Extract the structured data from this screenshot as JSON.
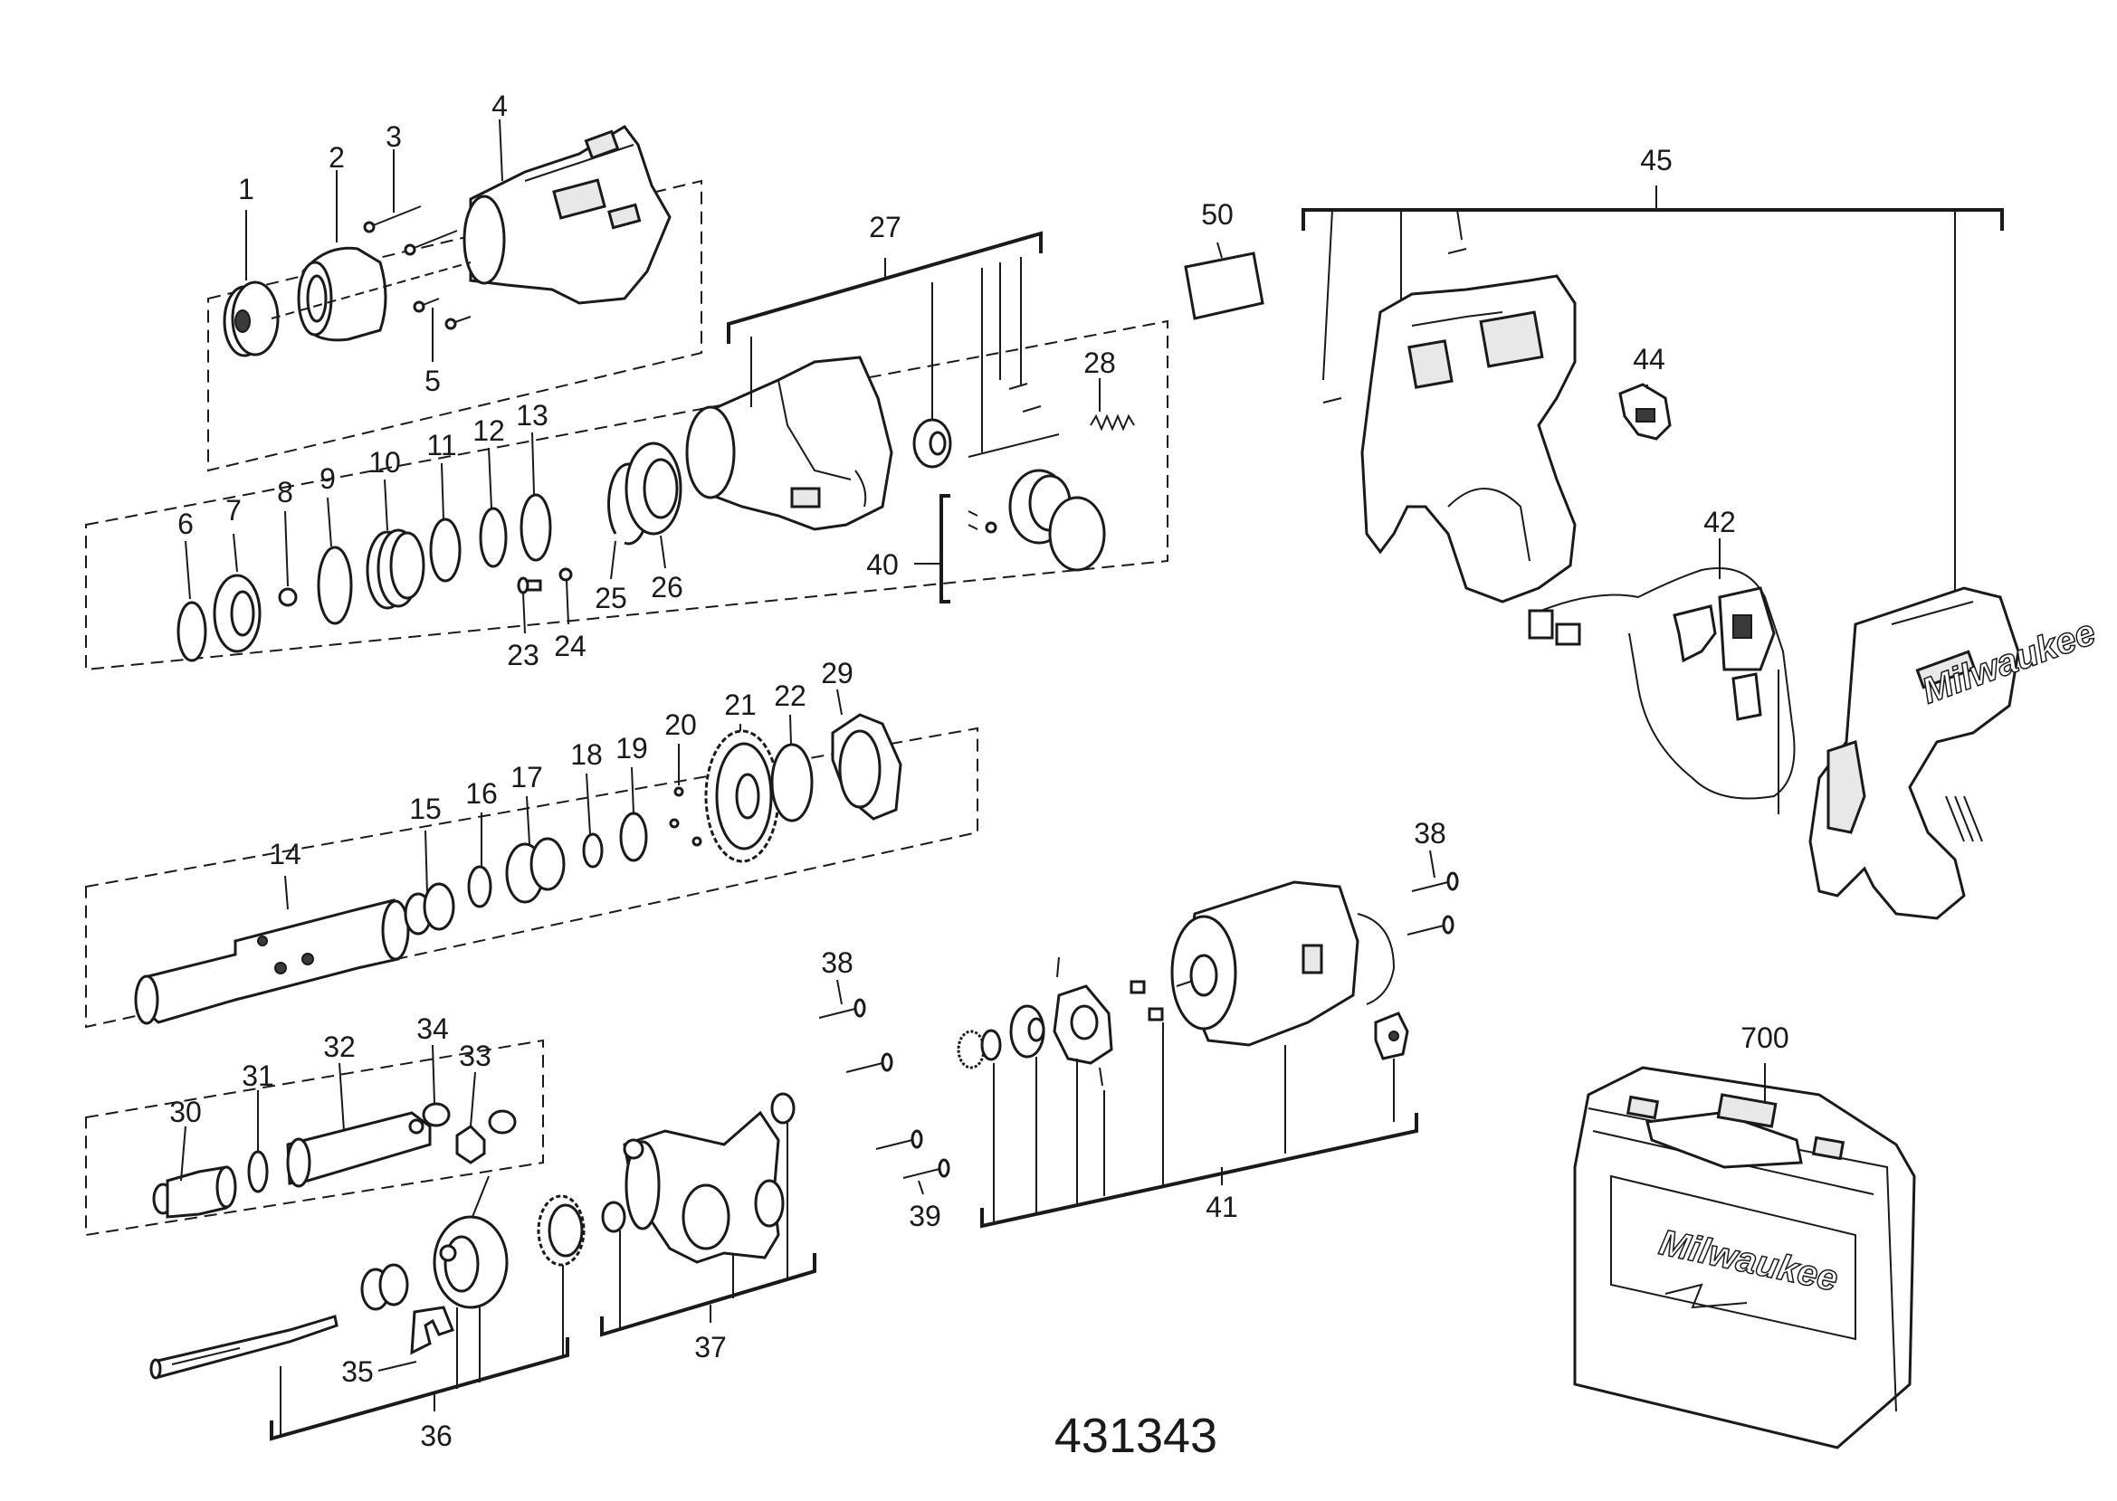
{
  "diagram": {
    "drawing_number": "431343",
    "brand_text": "Milwaukee",
    "part_labels": [
      "1",
      "2",
      "3",
      "4",
      "5",
      "6",
      "7",
      "8",
      "9",
      "10",
      "11",
      "12",
      "13",
      "14",
      "15",
      "16",
      "17",
      "18",
      "19",
      "20",
      "21",
      "22",
      "23",
      "24",
      "25",
      "26",
      "27",
      "28",
      "29",
      "30",
      "31",
      "32",
      "33",
      "34",
      "35",
      "36",
      "37",
      "38",
      "38",
      "39",
      "40",
      "41",
      "42",
      "44",
      "45",
      "50",
      "700"
    ]
  }
}
